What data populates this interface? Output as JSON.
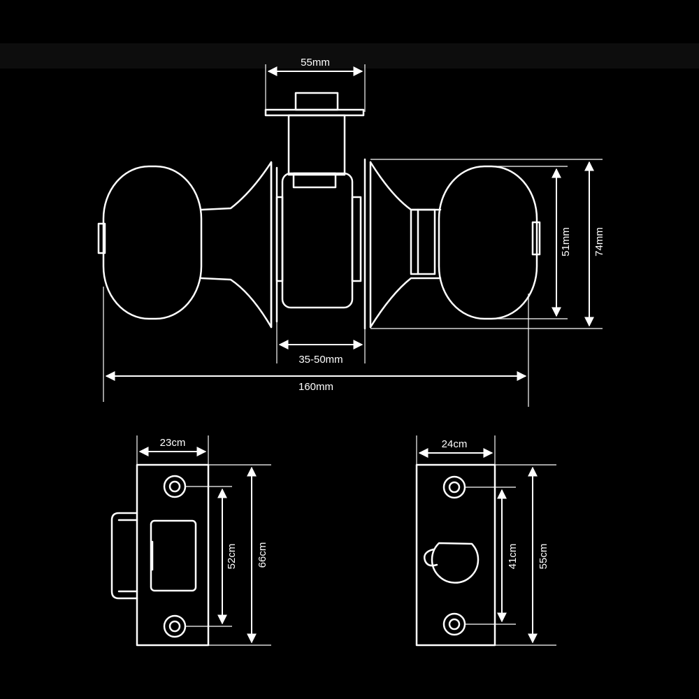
{
  "colors": {
    "background": "#000000",
    "line": "#ffffff"
  },
  "dimensions": {
    "spindle_width": "55mm",
    "door_thickness": "35-50mm",
    "overall_length": "160mm",
    "knob_height": "51mm",
    "rose_height": "74mm",
    "strike_plate_width": "23cm",
    "strike_plate_hole_spacing": "52cm",
    "strike_plate_height": "66cm",
    "latch_plate_width": "24cm",
    "latch_plate_hole_spacing": "41cm",
    "latch_plate_height": "55cm"
  }
}
